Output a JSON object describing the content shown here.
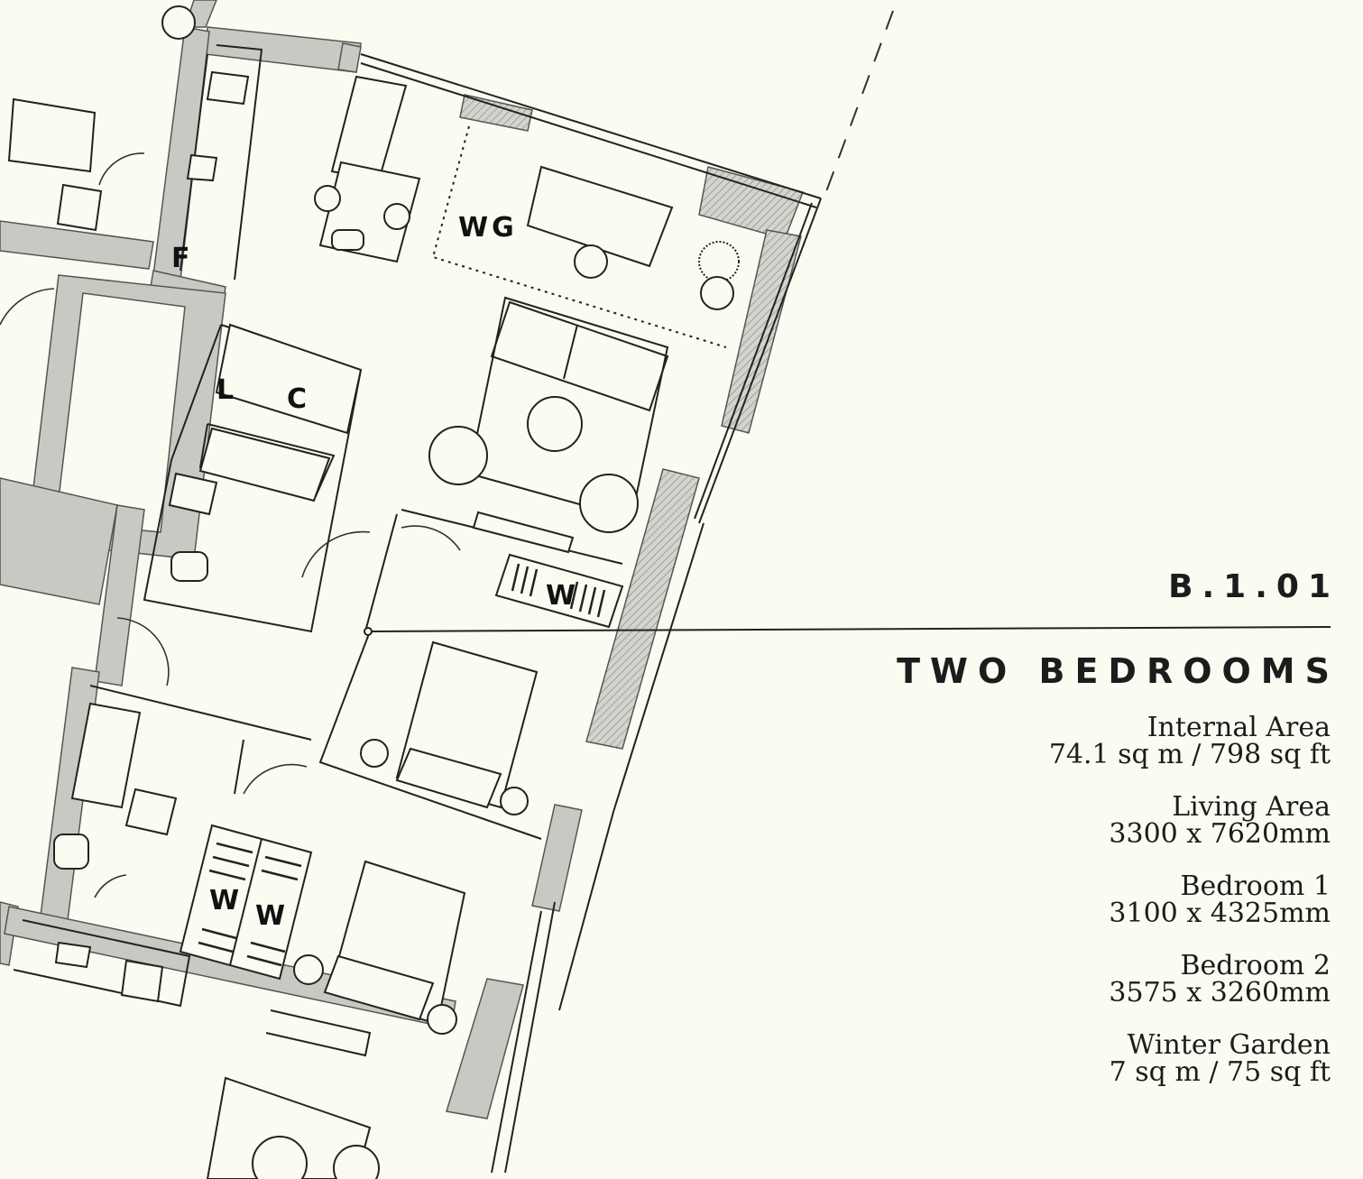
{
  "room_labels": {
    "winter_garden": "WG",
    "fridge": "F",
    "laundry": "L",
    "cupboard": "C",
    "wardrobe_bedroom1": "W",
    "wardrobe_bedroom2_a": "W",
    "wardrobe_bedroom2_b": "W"
  },
  "unit": {
    "code": "B.1.01",
    "type": "TWO BEDROOMS"
  },
  "specs": [
    {
      "label": "Internal Area",
      "value": "74.1 sq m / 798 sq ft"
    },
    {
      "label": "Living Area",
      "value": "3300 x 7620mm"
    },
    {
      "label": "Bedroom 1",
      "value": "3100 x 4325mm"
    },
    {
      "label": "Bedroom 2",
      "value": "3575 x 3260mm"
    },
    {
      "label": "Winter Garden",
      "value": "7 sq m / 75 sq ft"
    }
  ],
  "colors": {
    "paper": "#fbfbf1",
    "wall": "#c9c9c4",
    "line": "#222222"
  }
}
